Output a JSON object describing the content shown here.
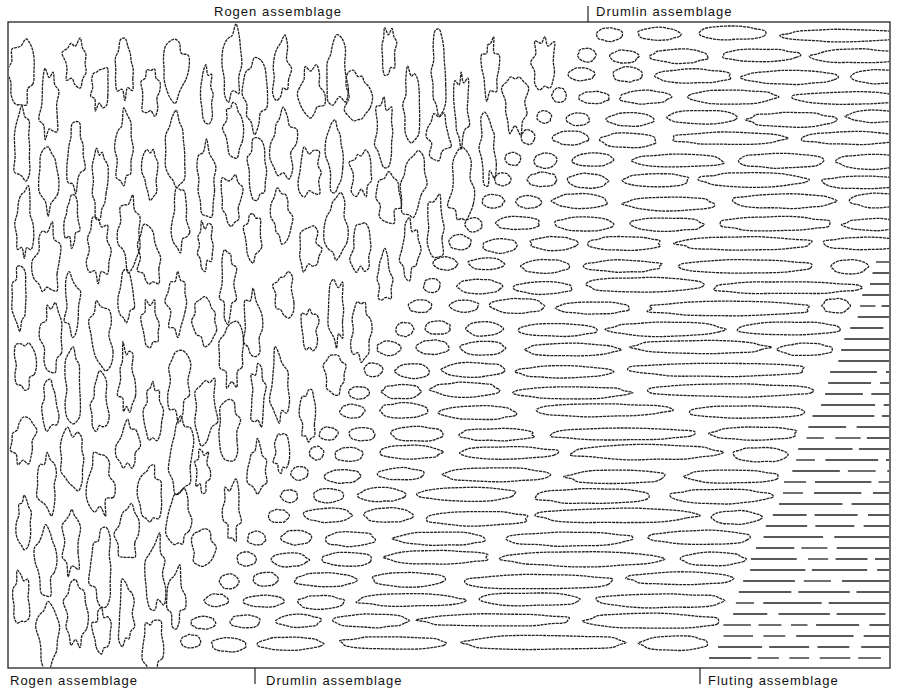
{
  "diagram": {
    "labels": [
      "Rogen assemblage",
      "Drumlin assemblage",
      "Rogen assemblage",
      "Drumlin assemblage",
      "Fluting assemblage"
    ]
  }
}
